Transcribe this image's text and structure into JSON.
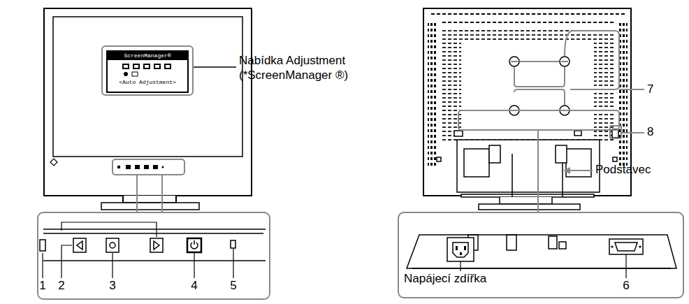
{
  "diagram": {
    "nodes": [
      {
        "text": [
          "ScreenManager®",
          "<Auto Adjustment>"
        ]
      }
    ],
    "labels": [
      "Nabídka Adjustment",
      "(*ScreenManager ®)",
      "7",
      "8",
      "Podstavec",
      "1",
      "2",
      "3",
      "4",
      "5",
      "Napájecí zdířka",
      "6"
    ]
  }
}
